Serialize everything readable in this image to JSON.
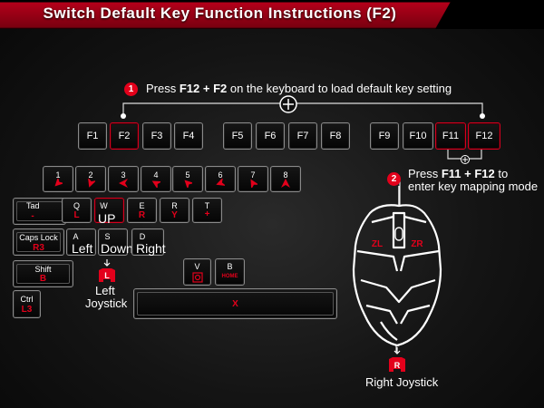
{
  "title": "Switch Default Key Function Instructions (F2)",
  "step1": {
    "number": "1",
    "pre": "Press ",
    "key1": "F12",
    "plus": " + ",
    "key2": "F2",
    "post": " on the keyboard to load default key setting"
  },
  "step2": {
    "number": "2",
    "pre": "Press ",
    "key1": "F11",
    "plus": " + ",
    "key2": "F12",
    "post": " to",
    "line2": "enter key mapping mode"
  },
  "fkeys": [
    "F1",
    "F2",
    "F3",
    "F4",
    "F5",
    "F6",
    "F7",
    "F8",
    "F9",
    "F10",
    "F11",
    "F12"
  ],
  "numkeys": [
    "1",
    "2",
    "3",
    "4",
    "5",
    "6",
    "7",
    "8"
  ],
  "keys": {
    "tab": {
      "top": "Tad",
      "sub": "-"
    },
    "q": {
      "top": "Q",
      "sub": "L"
    },
    "w": {
      "top": "W",
      "sub": "UP"
    },
    "e": {
      "top": "E",
      "sub": "R"
    },
    "r": {
      "top": "R",
      "sub": "Y"
    },
    "t": {
      "top": "T",
      "sub": "+"
    },
    "caps": {
      "top": "Caps Lock",
      "sub": "R3"
    },
    "a": {
      "top": "A",
      "sub": "Left"
    },
    "s": {
      "top": "S",
      "sub": "Down"
    },
    "d": {
      "top": "D",
      "sub": "Right"
    },
    "shift": {
      "top": "Shift",
      "sub": "B"
    },
    "v": {
      "top": "V"
    },
    "b": {
      "top": "B",
      "sub": "HOME"
    },
    "ctrl": {
      "top": "Ctrl",
      "sub": "L3"
    },
    "space": {
      "sub": "X"
    }
  },
  "left_joystick": {
    "badge": "L",
    "label1": "Left",
    "label2": "Joystick"
  },
  "right_joystick": {
    "badge": "R",
    "label": "Right Joystick"
  },
  "mouse": {
    "zl": "ZL",
    "zr": "ZR"
  },
  "colors": {
    "accent": "#e3001b",
    "title_bg": "#8a0012"
  }
}
